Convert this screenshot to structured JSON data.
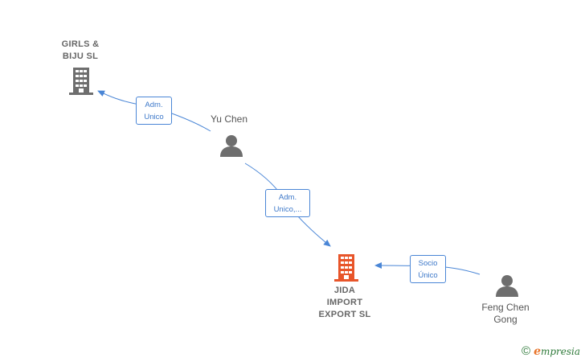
{
  "nodes": {
    "girls_biju": {
      "name": "GIRLS &\nBIJU SL",
      "type": "company",
      "color": "#6e6e6e"
    },
    "jida": {
      "name": "JIDA\nIMPORT\nEXPORT  SL",
      "type": "company",
      "color": "#e8552a"
    },
    "yu_chen": {
      "name": "Yu Chen",
      "type": "person",
      "color": "#6e6e6e"
    },
    "feng_chen": {
      "name": "Feng Chen\nGong",
      "type": "person",
      "color": "#6e6e6e"
    }
  },
  "edges": {
    "yu_to_girls": {
      "label": "Adm.\nUnico"
    },
    "yu_to_jida": {
      "label": "Adm.\nUnico,..."
    },
    "feng_to_jida": {
      "label": "Socio\nÚnico"
    }
  },
  "colors": {
    "edge": "#4a86d6",
    "company_icon": "#6e6e6e",
    "focus_company_icon": "#e8552a",
    "person_icon": "#6e6e6e"
  },
  "footer": {
    "copyright_symbol": "©",
    "brand_initial": "e",
    "brand_rest": "mpresia"
  }
}
